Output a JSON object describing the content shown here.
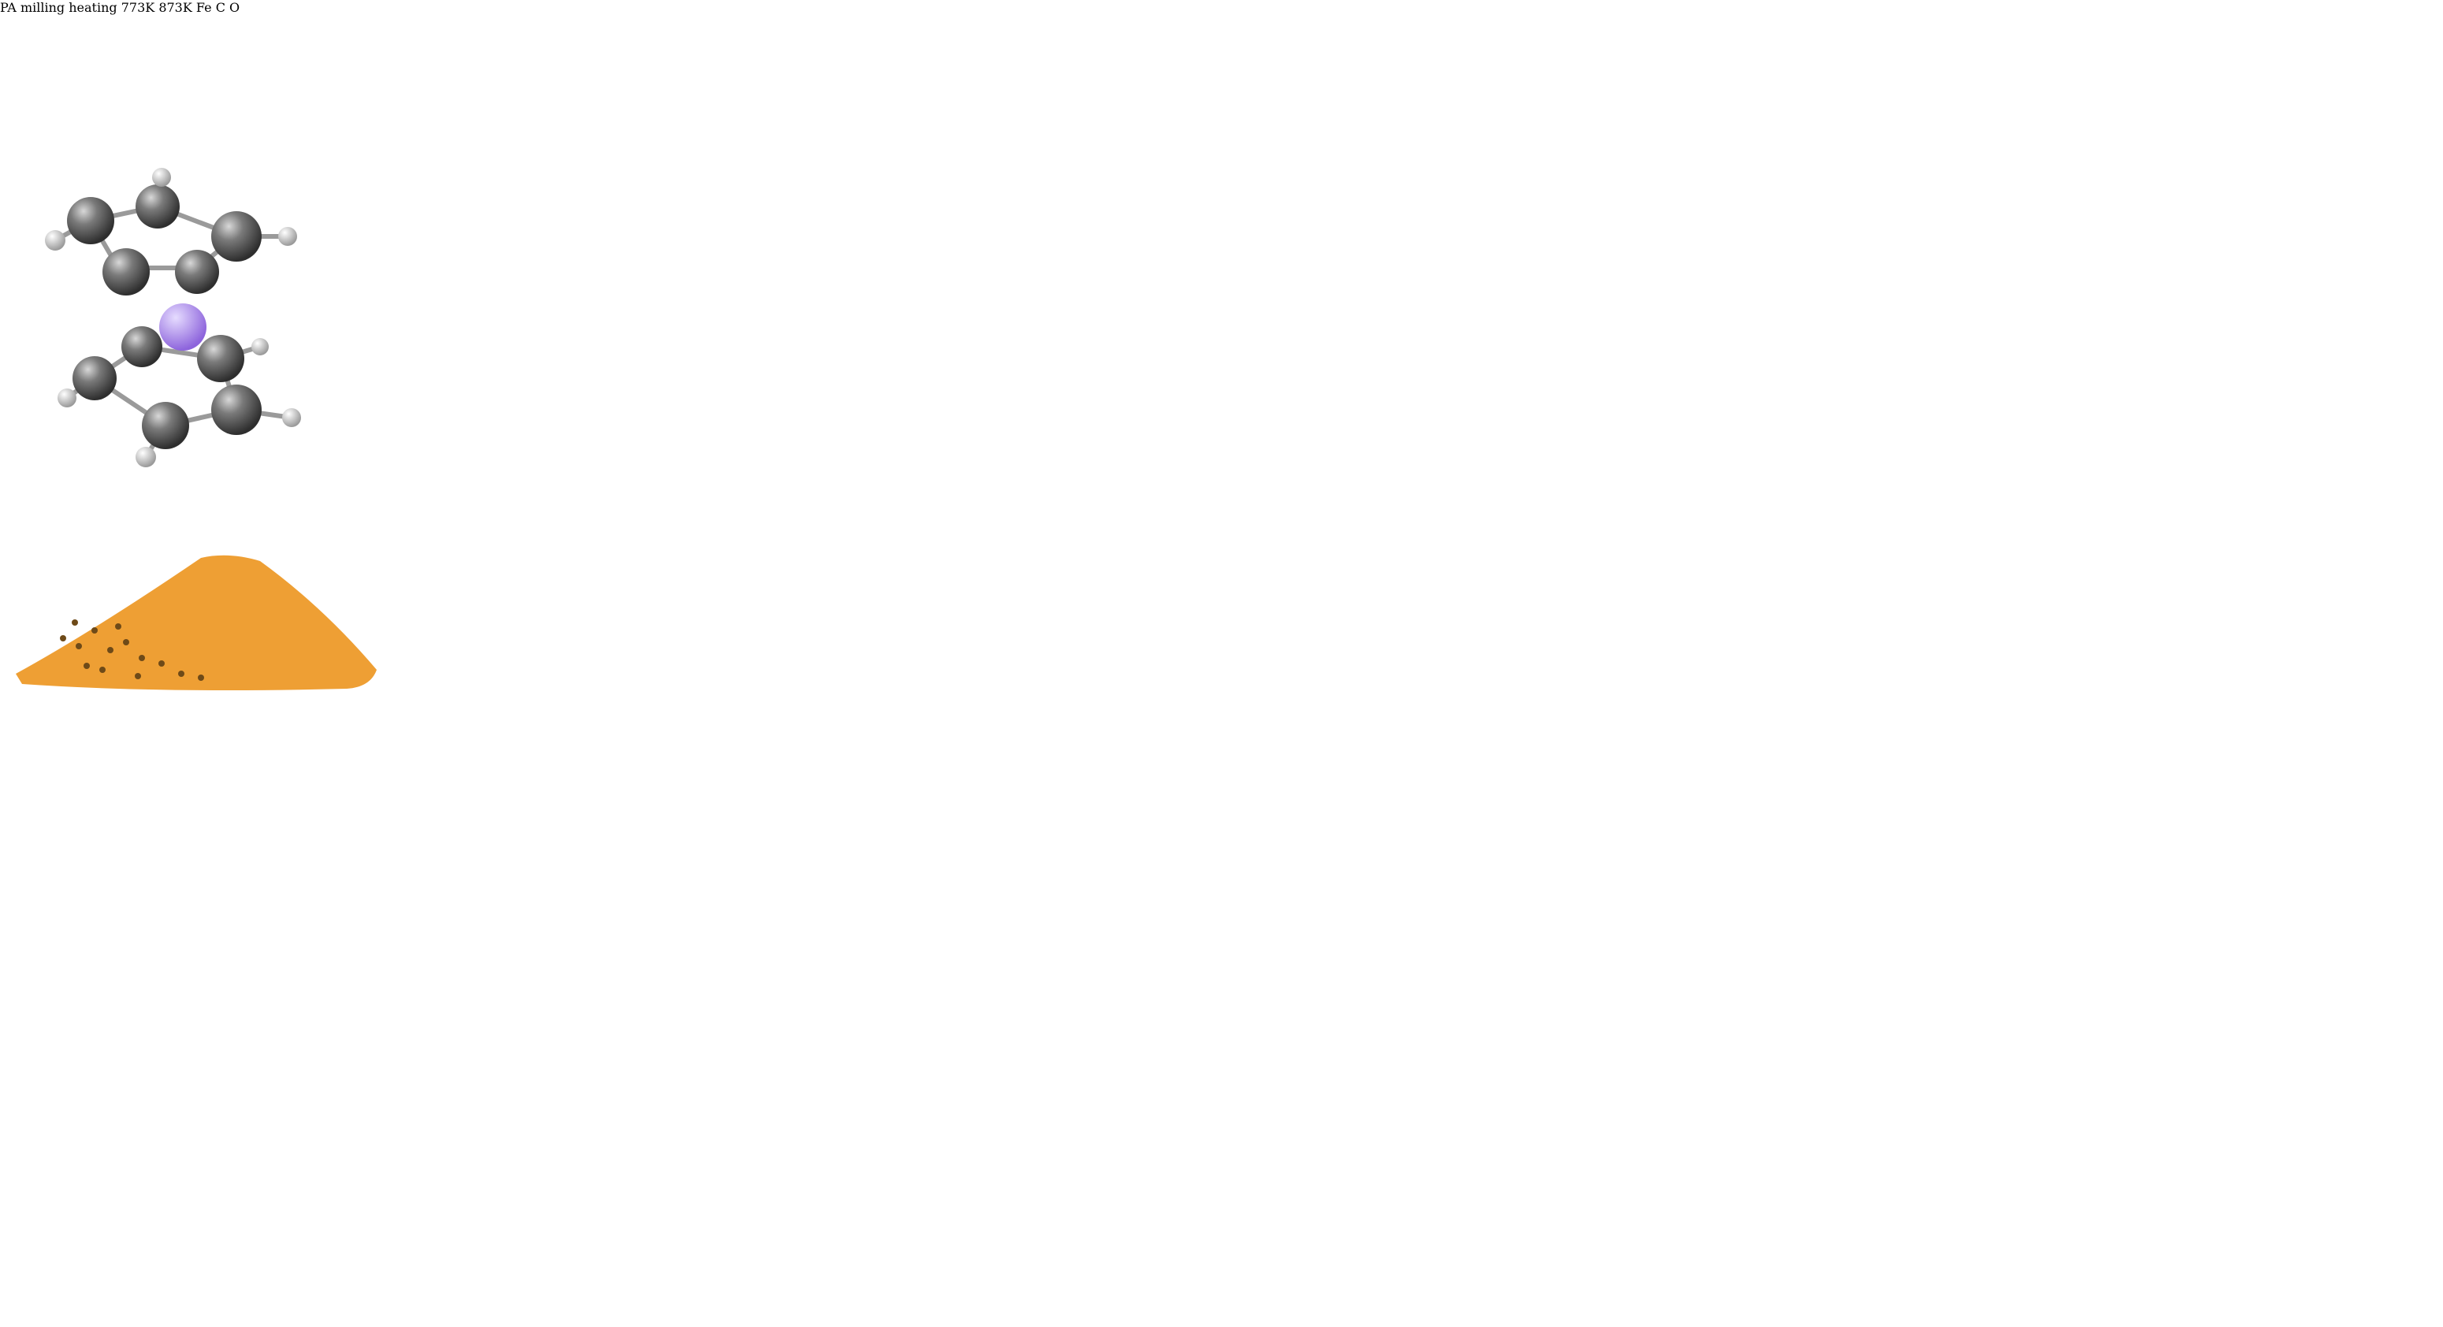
{
  "steps": {
    "milling_label": "PA milling",
    "heating_label": "heating"
  },
  "products": {
    "low_temp": "773K",
    "high_temp": "873K"
  },
  "legend": [
    {
      "symbol": "Fe",
      "color": "#a98be0"
    },
    {
      "symbol": "C",
      "color": "#4a4a4a"
    },
    {
      "symbol": "O",
      "color": "#b8b8b8"
    }
  ],
  "colors": {
    "precursor_powder": "#ee9f34",
    "milled_powder": "#bdbdbd",
    "milling_arrow": "#1a12b8",
    "heating_arrow_start": "#2a1aa0",
    "heating_arrow_end": "#f26a14",
    "bracket_top": "#f3963a",
    "bracket_bottom": "#f76a56"
  },
  "icons": [
    "ferrocene-molecule",
    "milling-jar-icon",
    "flame-icon"
  ]
}
